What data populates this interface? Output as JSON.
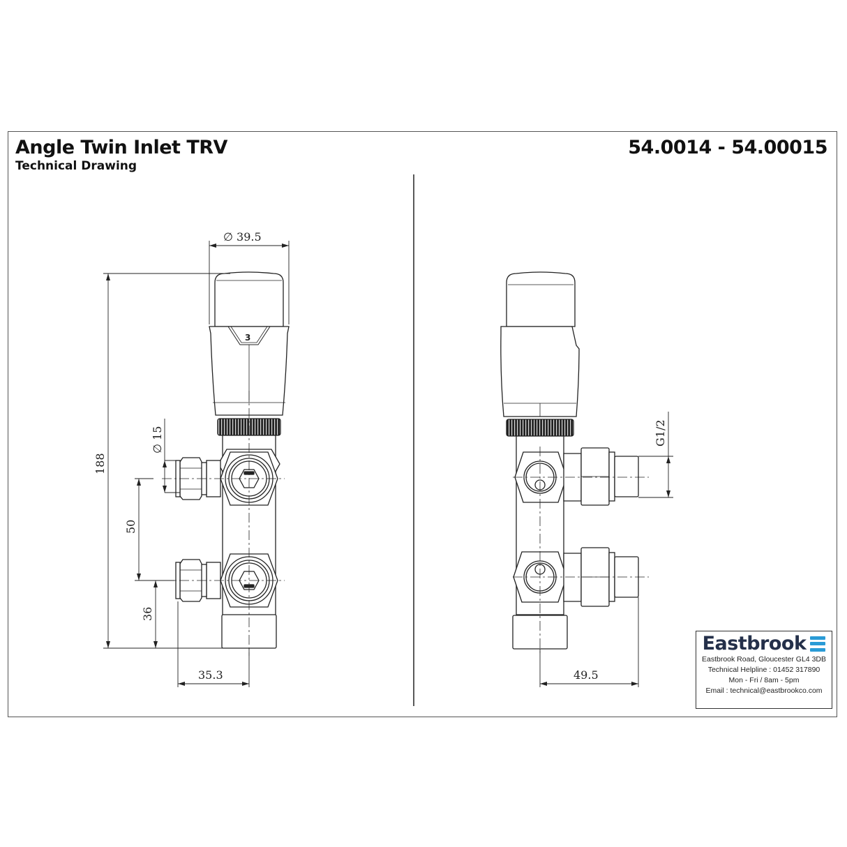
{
  "header": {
    "title": "Angle Twin Inlet TRV",
    "subtitle": "Technical Drawing",
    "product_codes": "54.0014 - 54.00015"
  },
  "front_view": {
    "head_diameter": "∅ 39.5",
    "inlet_diameter": "∅ 15",
    "overall_height": "188",
    "inlet_spacing": "50",
    "bottom_to_inlet": "36",
    "inlet_to_center": "35.3",
    "dial_setting": "3"
  },
  "side_view": {
    "thread_size": "G1/2",
    "outlet_length": "49.5"
  },
  "infobox": {
    "brand": "Eastbrook",
    "address": "Eastbrook Road, Gloucester GL4 3DB",
    "helpline": "Technical Helpline : 01452 317890",
    "hours": "Mon - Fri / 8am - 5pm",
    "email": "Email : technical@eastbrookco.com",
    "brand_color": "#24304a",
    "icon_color": "#2a9bd6"
  }
}
